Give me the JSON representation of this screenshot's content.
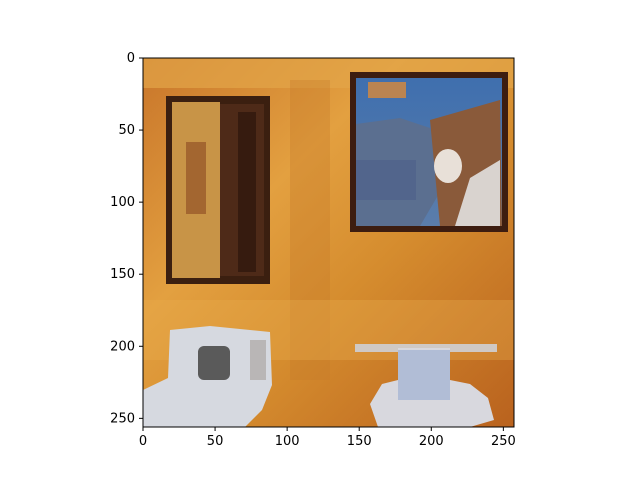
{
  "figure": {
    "type": "image-display",
    "background": "#ffffff",
    "image": {
      "description_icon": "painted-room-image",
      "extent": {
        "x": [
          0,
          256
        ],
        "y": [
          0,
          256
        ]
      }
    },
    "axes": {
      "x_ticks": [
        "0",
        "50",
        "100",
        "150",
        "200",
        "250"
      ],
      "y_ticks": [
        "0",
        "50",
        "100",
        "150",
        "200",
        "250"
      ],
      "y_inverted": true,
      "grid": false
    },
    "palette": {
      "wall": "#d88f2c",
      "wall_light": "#e7a944",
      "wall_dark": "#b8641c",
      "frame": "#4a2410",
      "sky": "#4a78b8",
      "sink": "#d6d9e0",
      "shadow": "#555555"
    }
  }
}
